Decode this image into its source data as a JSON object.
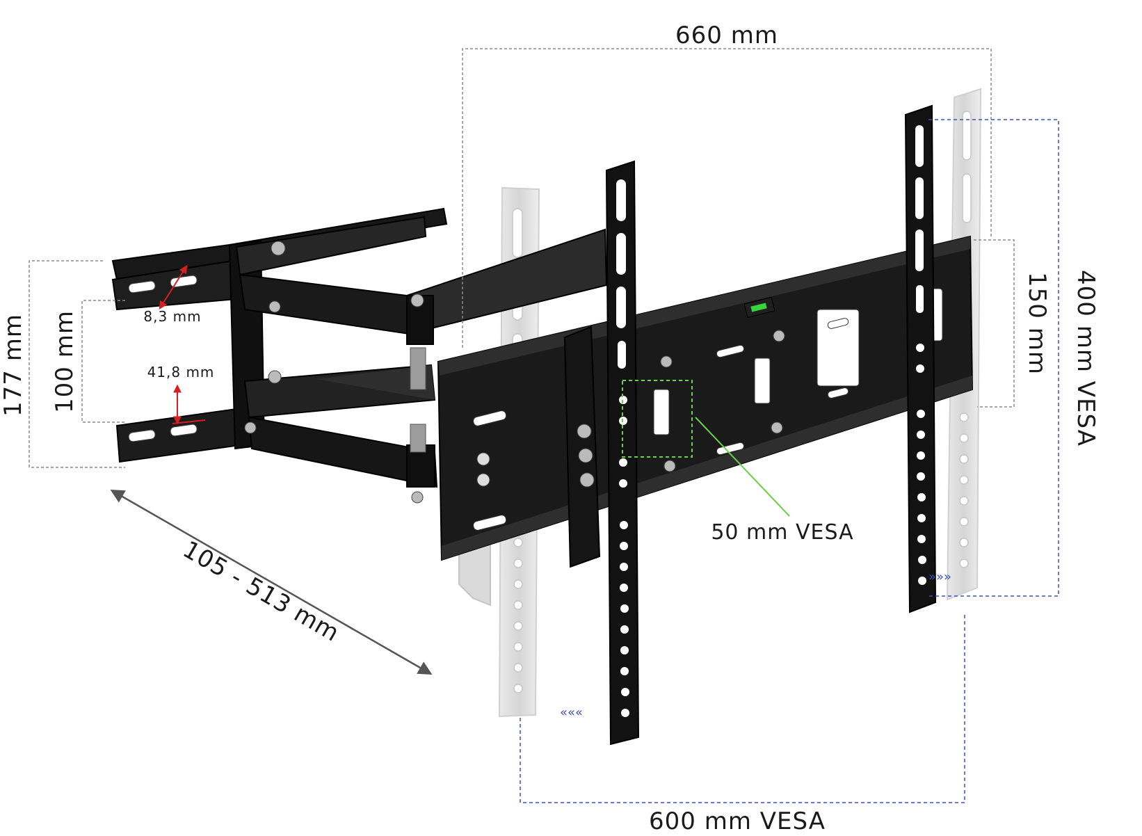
{
  "dimensions": {
    "total_width": "660 mm",
    "arm_extension": "105 - 513 mm",
    "wall_plate_height": "177 mm",
    "wall_hole_spacing": "100 mm",
    "slot_width": "8,3 mm",
    "slot_length": "41,8 mm",
    "rail_spacing": "150 mm",
    "vesa_max_vertical": "400 mm VESA",
    "vesa_max_horizontal": "600 mm VESA",
    "vesa_min": "50 mm VESA"
  },
  "colors": {
    "dimension_line": "#8a8a8a",
    "vesa_line": "#3a4fc0",
    "vesa_small": "#6bd04a",
    "slot_arrow": "#d42020",
    "bracket": "#141414",
    "ghost_bracket": "#d6d6d6"
  }
}
